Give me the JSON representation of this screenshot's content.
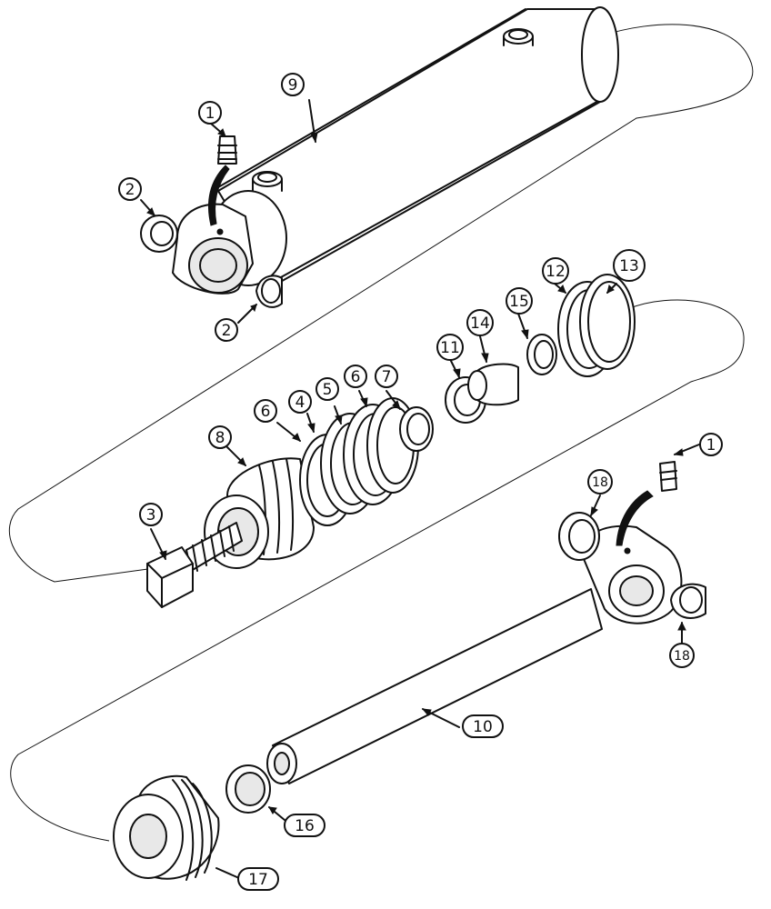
{
  "callouts": {
    "c1a": "1",
    "c1b": "1",
    "c2a": "2",
    "c2b": "2",
    "c3": "3",
    "c4": "4",
    "c5": "5",
    "c6a": "6",
    "c6b": "6",
    "c7": "7",
    "c8": "8",
    "c9": "9",
    "c10": "10",
    "c11": "11",
    "c12": "12",
    "c13": "13",
    "c14": "14",
    "c15": "15",
    "c16": "16",
    "c17": "17",
    "c18a": "18",
    "c18b": "18"
  }
}
